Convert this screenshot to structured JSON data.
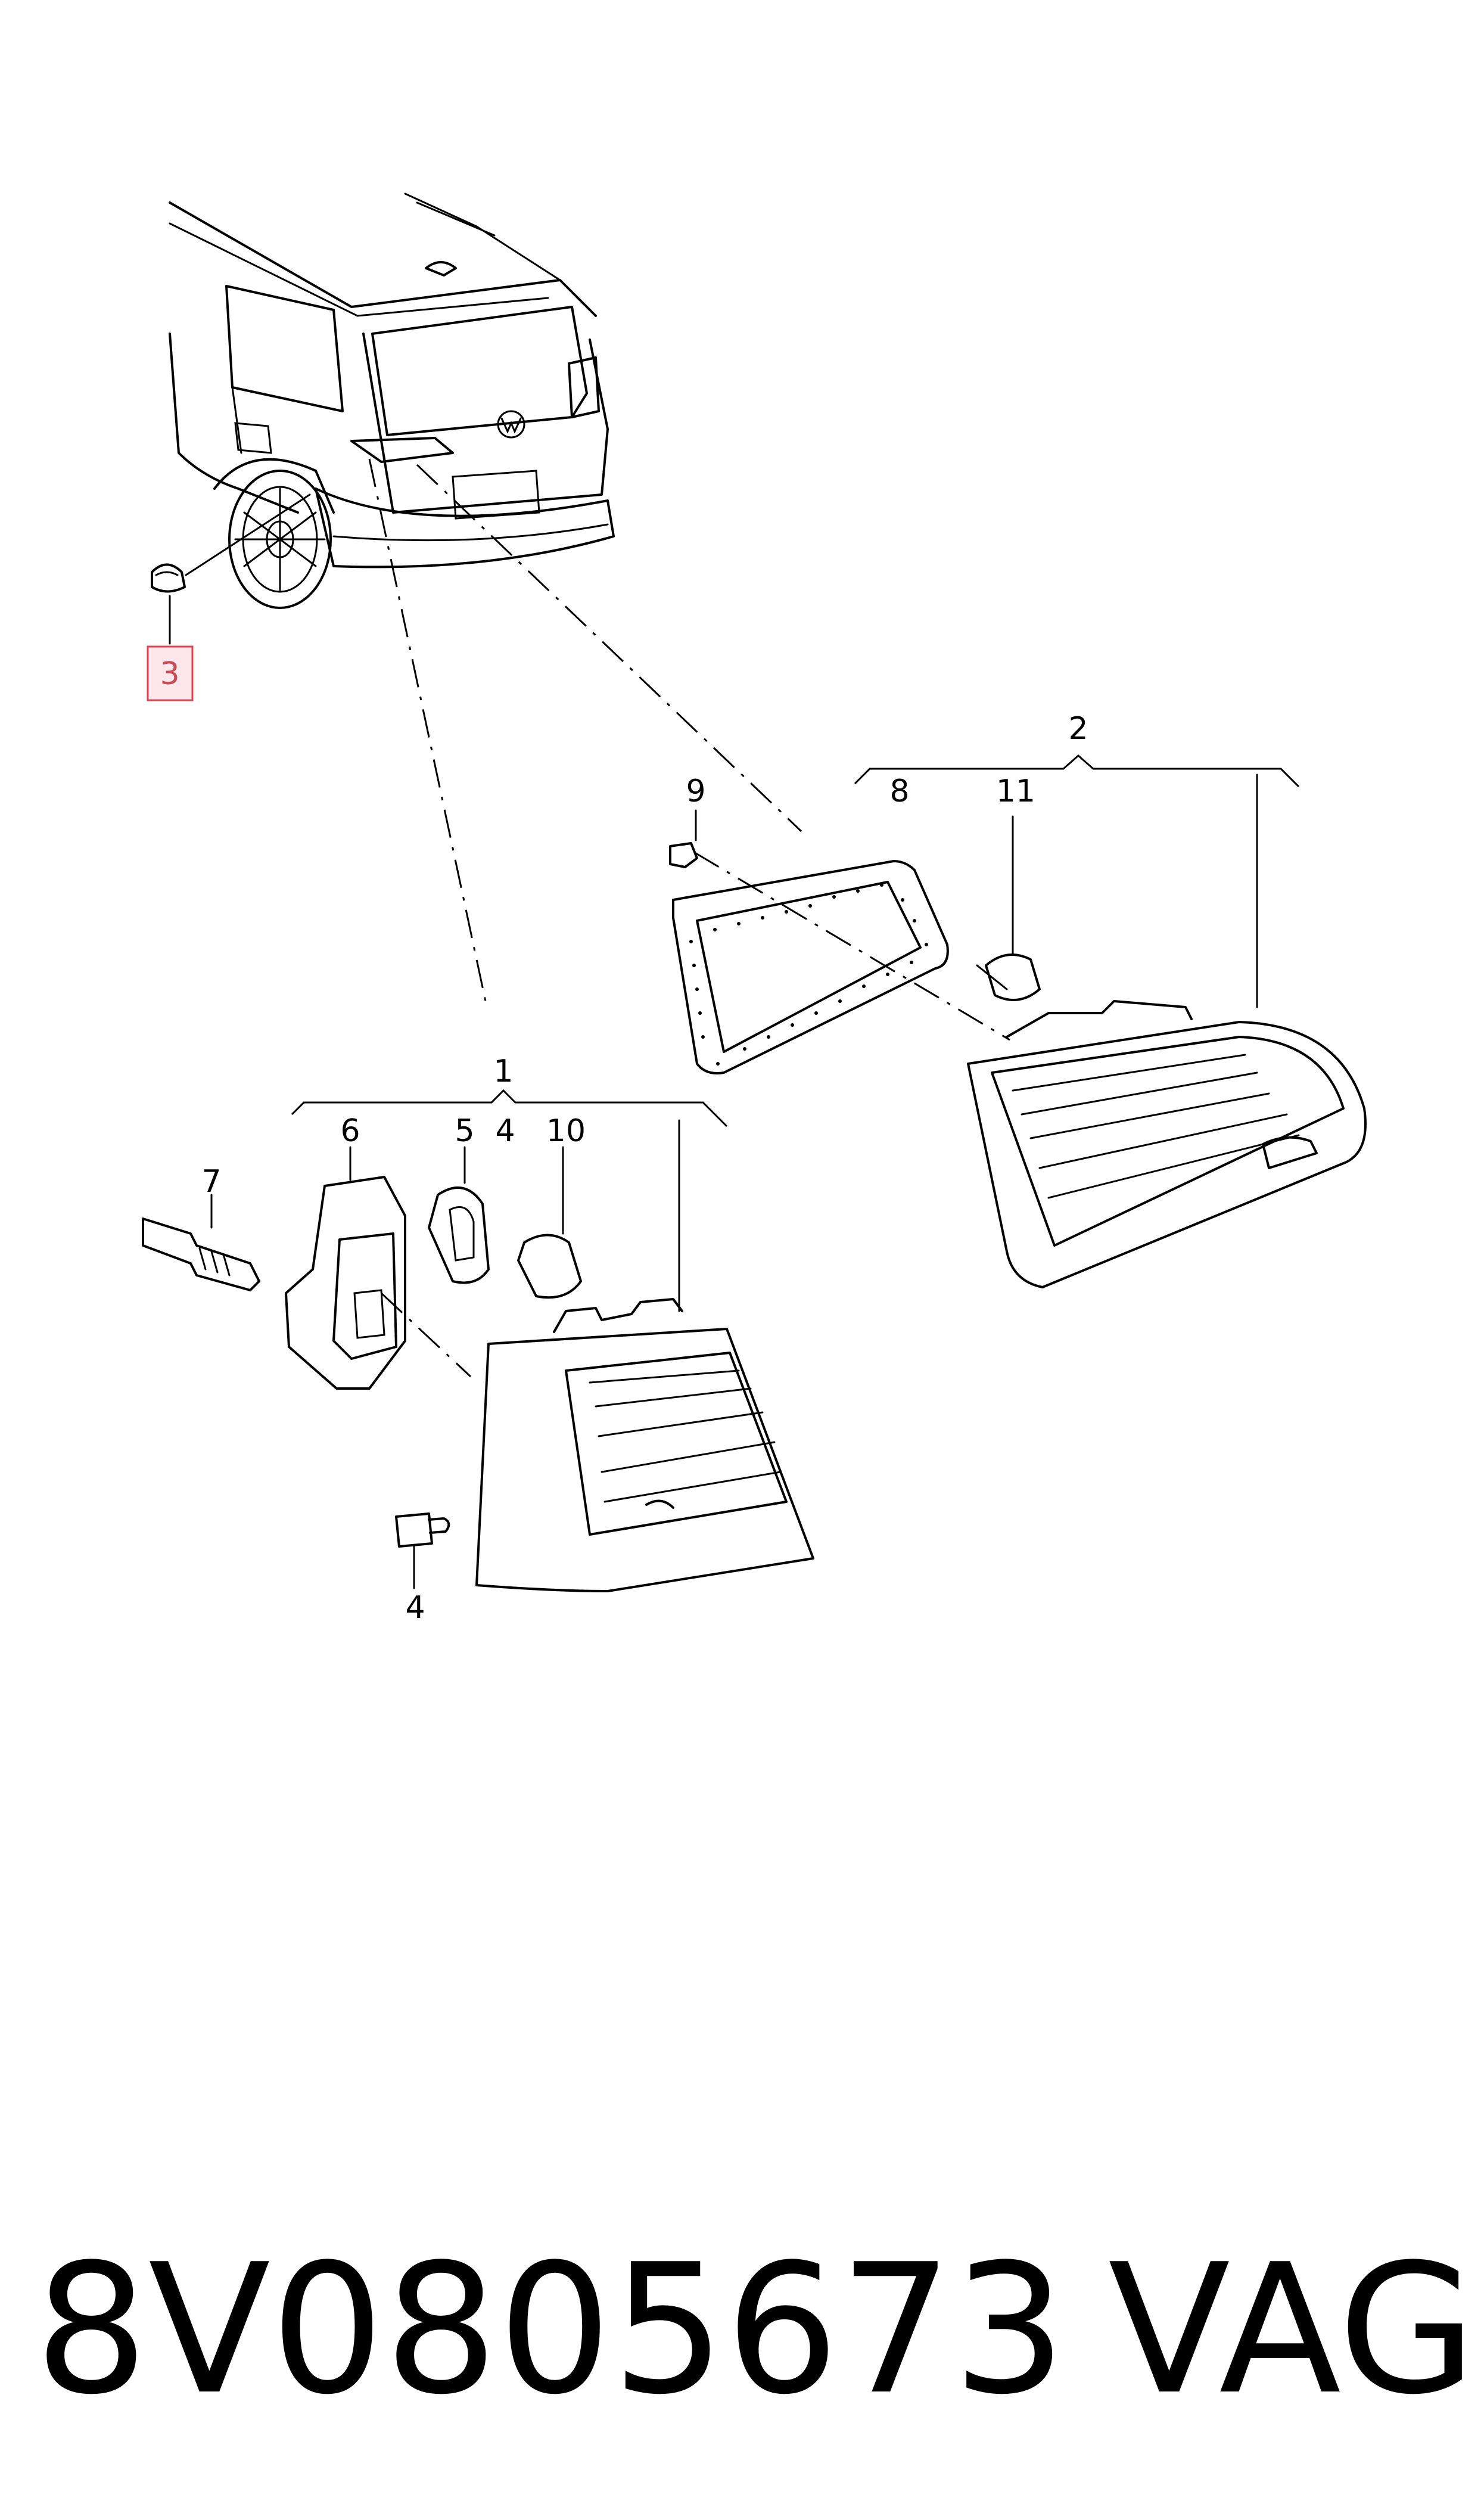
{
  "callouts": {
    "c1": "1",
    "c2": "2",
    "c3": "3",
    "c4a": "4",
    "c4b": "4",
    "c5": "5",
    "c6": "6",
    "c7": "7",
    "c8": "8",
    "c9": "9",
    "c10": "10",
    "c11": "11"
  },
  "highlighted_callout": "3",
  "highlight_color": "#e0424e",
  "footer": {
    "part_number": "8V0805673",
    "brand": "VAG"
  }
}
